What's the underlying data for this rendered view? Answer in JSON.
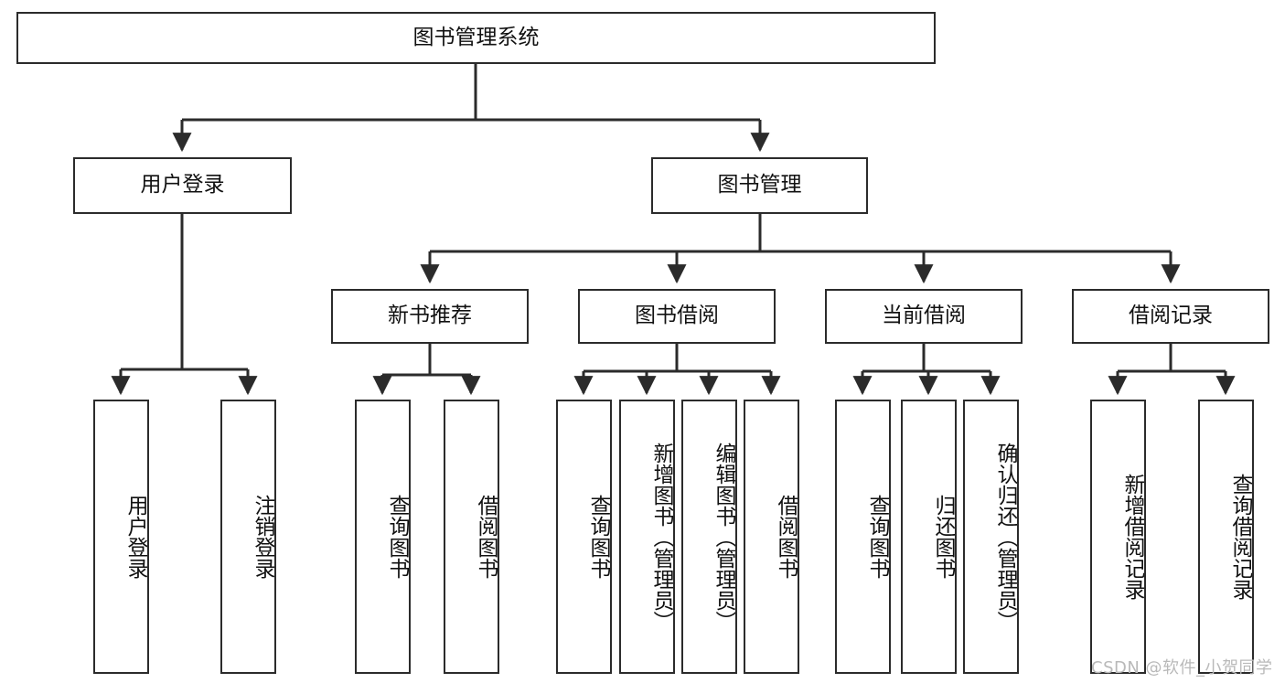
{
  "diagram": {
    "type": "tree-hierarchy",
    "title": "图书管理系统功能结构图",
    "root": {
      "id": "root",
      "label": "图书管理系统"
    },
    "level1": [
      {
        "id": "user-login",
        "label": "用户登录"
      },
      {
        "id": "book-management",
        "label": "图书管理"
      }
    ],
    "level2": [
      {
        "id": "new-book-recommend",
        "label": "新书推荐",
        "parent": "book-management"
      },
      {
        "id": "book-borrow",
        "label": "图书借阅",
        "parent": "book-management"
      },
      {
        "id": "current-borrow",
        "label": "当前借阅",
        "parent": "book-management"
      },
      {
        "id": "borrow-record",
        "label": "借阅记录",
        "parent": "book-management"
      }
    ],
    "leaves": [
      {
        "id": "leaf-user-login",
        "label": "用户登录",
        "parent": "user-login"
      },
      {
        "id": "leaf-logout",
        "label": "注销登录",
        "parent": "user-login"
      },
      {
        "id": "leaf-query-book-1",
        "label": "查询图书",
        "parent": "new-book-recommend"
      },
      {
        "id": "leaf-borrow-book-1",
        "label": "借阅图书",
        "parent": "new-book-recommend"
      },
      {
        "id": "leaf-query-book-2",
        "label": "查询图书",
        "parent": "book-borrow"
      },
      {
        "id": "leaf-add-book",
        "label": "新增图书（管理员）",
        "parent": "book-borrow"
      },
      {
        "id": "leaf-edit-book",
        "label": "编辑图书（管理员）",
        "parent": "book-borrow"
      },
      {
        "id": "leaf-borrow-book-2",
        "label": "借阅图书",
        "parent": "book-borrow"
      },
      {
        "id": "leaf-query-book-3",
        "label": "查询图书",
        "parent": "current-borrow"
      },
      {
        "id": "leaf-return-book",
        "label": "归还图书",
        "parent": "current-borrow"
      },
      {
        "id": "leaf-confirm-return",
        "label": "确认归还（管理员）",
        "parent": "current-borrow"
      },
      {
        "id": "leaf-add-record",
        "label": "新增借阅记录",
        "parent": "borrow-record"
      },
      {
        "id": "leaf-query-record",
        "label": "查询借阅记录",
        "parent": "borrow-record"
      }
    ]
  },
  "watermark": {
    "text": "CSDN @软件_小贺同学"
  },
  "colors": {
    "border": "#2b2b2b",
    "background": "#ffffff",
    "text": "#111111",
    "watermark": "#b9b9b9"
  }
}
